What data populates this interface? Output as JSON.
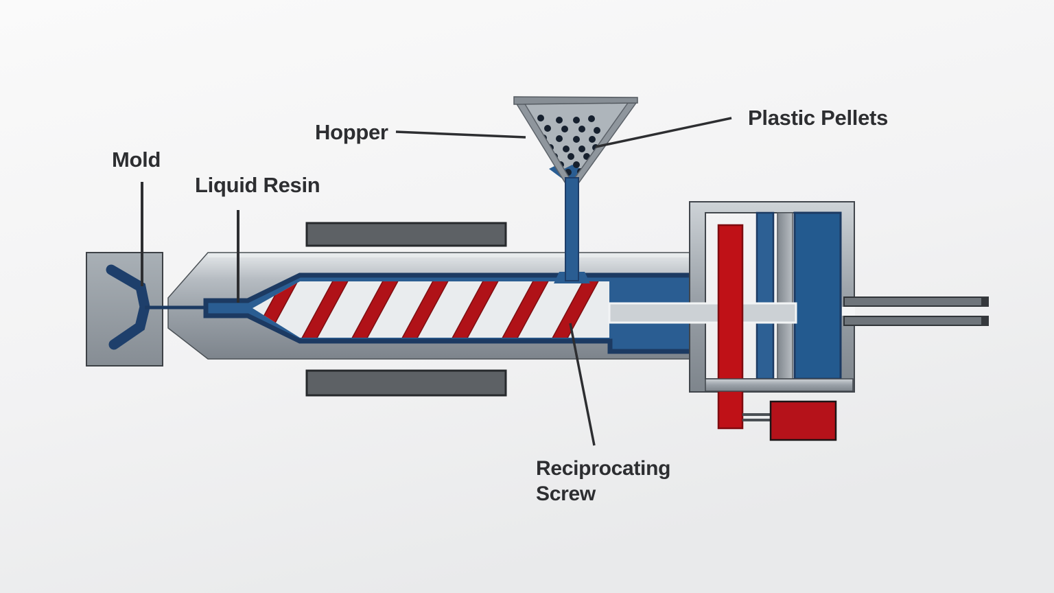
{
  "diagram": {
    "labels": {
      "mold": "Mold",
      "liquid_resin": "Liquid Resin",
      "hopper": "Hopper",
      "plastic_pellets": "Plastic Pellets",
      "reciprocating_screw_line1": "Reciprocating",
      "reciprocating_screw_line2": "Screw"
    },
    "colors": {
      "navy_outline": "#1c3a62",
      "resin_blue": "#2a5d92",
      "screw_red": "#b01218",
      "hydraulic_red": "#bf1117",
      "machine_gray": "#9aa1a8",
      "heater_gray": "#5d6165",
      "screw_white": "#e9ecee",
      "shaft_gray": "#ccd1d5",
      "label_text": "#2d2e31",
      "background": "#f3f3f4"
    }
  }
}
